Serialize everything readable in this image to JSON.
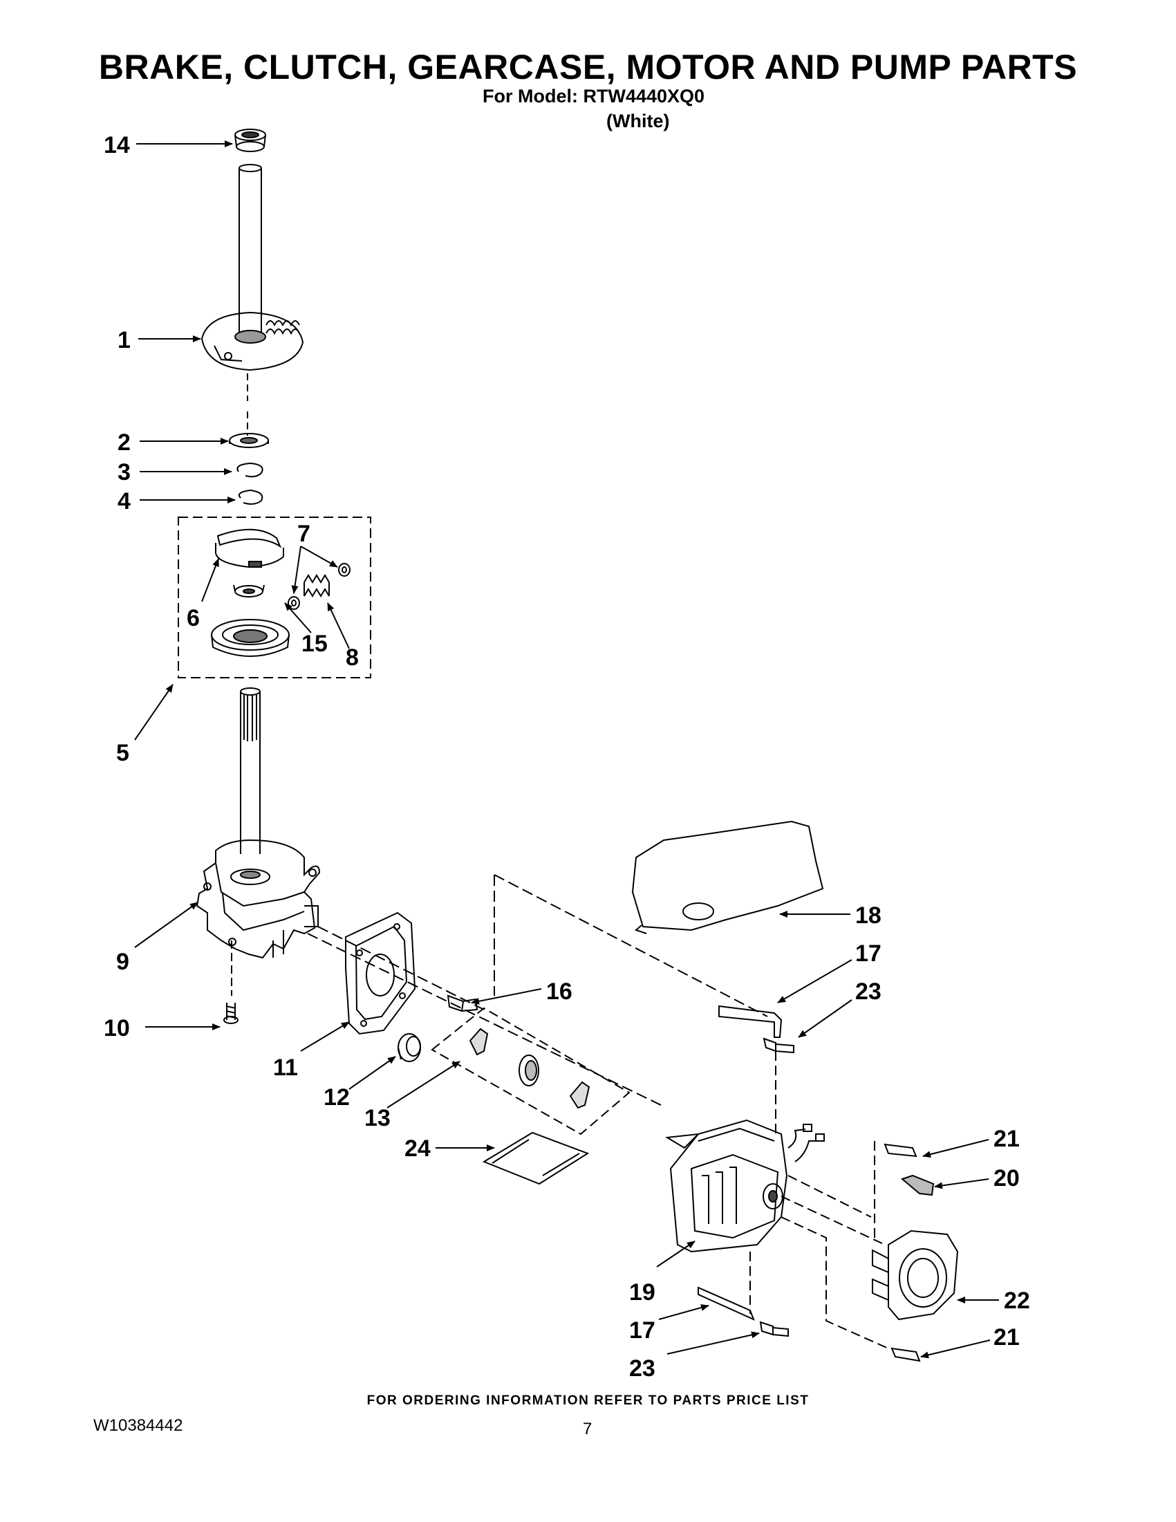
{
  "header": {
    "title": "BRAKE, CLUTCH, GEARCASE, MOTOR AND PUMP PARTS",
    "model_line": "For Model: RTW4440XQ0",
    "color_line": "(White)"
  },
  "callouts": [
    "14",
    "1",
    "2",
    "3",
    "4",
    "7",
    "6",
    "15",
    "8",
    "5",
    "9",
    "18",
    "17",
    "23",
    "16",
    "10",
    "11",
    "12",
    "13",
    "24",
    "21",
    "20",
    "19",
    "22",
    "17",
    "21",
    "23"
  ],
  "footer": {
    "ordering_note": "FOR ORDERING INFORMATION REFER TO PARTS PRICE LIST",
    "document_number": "W10384442",
    "page_number": "7"
  }
}
